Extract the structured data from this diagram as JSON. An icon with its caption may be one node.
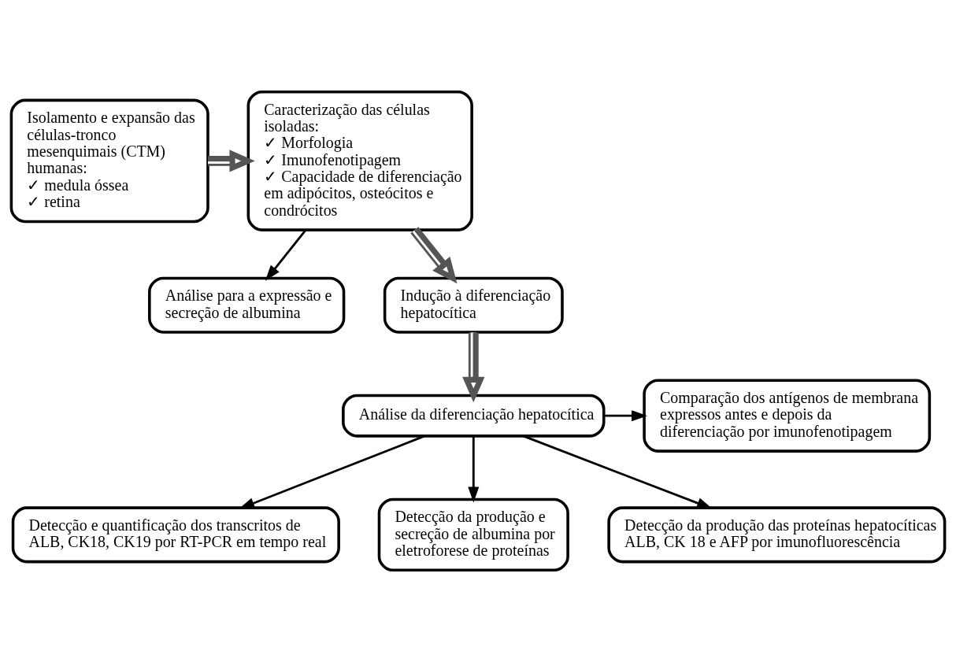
{
  "diagram": {
    "nodes": [
      {
        "text": [
          "Isolamento e expansão das células-tronco mesenquimais (CTM) humanas:",
          "✓ medula óssea",
          "✓ retina"
        ]
      },
      {
        "text": [
          "Caracterização das células isoladas:",
          "✓ Morfologia",
          "✓ Imunofenotipagem",
          "✓ Capacidade de diferenciação em adipócitos, osteócitos e condrócitos"
        ]
      },
      {
        "text": [
          "Análise para a expressão e secreção de albumina"
        ]
      },
      {
        "text": [
          "Indução à diferenciação hepatocítica"
        ]
      },
      {
        "text": [
          "Análise da diferenciação hepatocítica"
        ]
      },
      {
        "text": [
          "Comparação dos antígenos de membrana expressos antes e depois da diferenciação por imunofenotipagem"
        ]
      },
      {
        "text": [
          "Detecção e quantificação dos transcritos de ALB, CK18, CK19 por RT-PCR em tempo real"
        ]
      },
      {
        "text": [
          "Detecção da produção e secreção de albumina por eletroforese de proteínas"
        ]
      },
      {
        "text": [
          "Detecção da produção das proteínas hepatocíticas ALB, CK 18 e AFP por imunofluorescência"
        ]
      }
    ],
    "edges": [
      {
        "from": 0,
        "to": 1,
        "arrow": "to",
        "style": "thick"
      },
      {
        "from": 1,
        "to": 2,
        "arrow": "to"
      },
      {
        "from": 1,
        "to": 3,
        "arrow": "to",
        "style": "thick"
      },
      {
        "from": 3,
        "to": 4,
        "arrow": "to",
        "style": "thick"
      },
      {
        "from": 4,
        "to": 5,
        "arrow": "to"
      },
      {
        "from": 4,
        "to": 6,
        "arrow": "to"
      },
      {
        "from": 4,
        "to": 7,
        "arrow": "to"
      },
      {
        "from": 4,
        "to": 8,
        "arrow": "to"
      }
    ]
  }
}
